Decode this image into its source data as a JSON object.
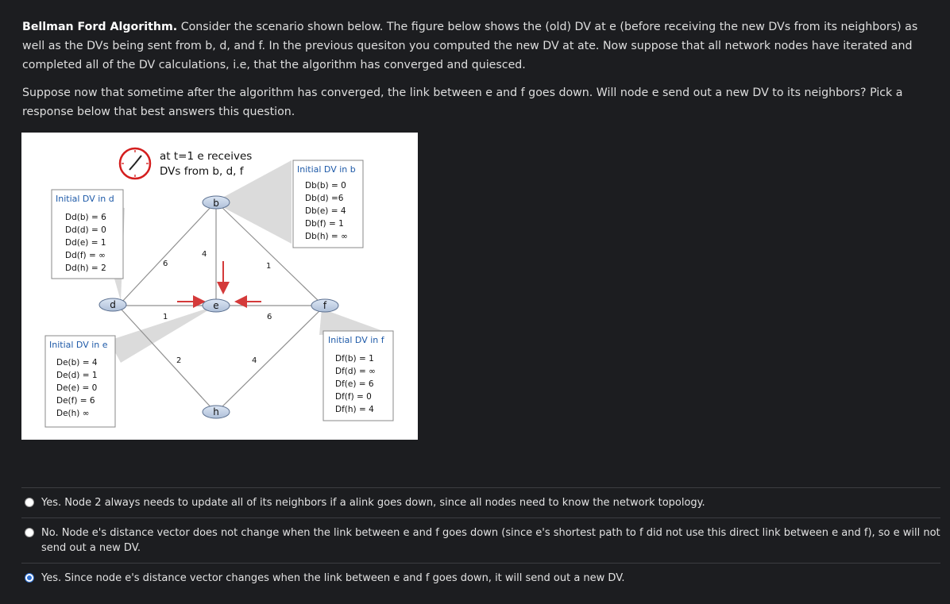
{
  "question": {
    "title": "Bellman Ford Algorithm.",
    "para1": " Consider the scenario shown below.  The figure below shows the (old) DV at e (before receiving the new DVs from its neighbors) as well as the DVs being sent from b, d, and f.  In the previous quesiton you computed the new DV at ate.  Now suppose that all network nodes have iterated and completed all of the DV calculations, i.e, that the algorithm has converged and quiesced.",
    "para2": "Suppose now that sometime after the algorithm has converged, the link between e and f goes down.  Will node e send out a new DV to its neighbors? Pick a response below that best answers this question."
  },
  "figure": {
    "clock_caption_1": "at t=1 e receives",
    "clock_caption_2": "DVs from b, d, f",
    "nodes": {
      "b": "b",
      "d": "d",
      "e": "e",
      "f": "f",
      "h": "h"
    },
    "edge_weights": {
      "d_b": "6",
      "b_e": "4",
      "b_f": "1",
      "d_e": "1",
      "e_f": "6",
      "d_h": "2",
      "h_f": "4"
    },
    "dv_d": {
      "title": "Initial DV in d",
      "lines": [
        "Dd(b) = 6",
        "Dd(d) = 0",
        "Dd(e) = 1",
        "Dd(f) = ∞",
        "Dd(h) = 2"
      ]
    },
    "dv_b": {
      "title": "Initial DV in b",
      "lines": [
        "Db(b) = 0",
        "Db(d) =6",
        "Db(e) = 4",
        "Db(f) = 1",
        "Db(h) = ∞"
      ]
    },
    "dv_e": {
      "title": "Initial DV in e",
      "lines": [
        "De(b) = 4",
        "De(d) = 1",
        "De(e) = 0",
        "De(f) = 6",
        "De(h) ∞"
      ]
    },
    "dv_f": {
      "title": "Initial DV in f",
      "lines": [
        "Df(b) = 1",
        "Df(d) = ∞",
        "Df(e) = 6",
        "Df(f) = 0",
        "Df(h) = 4"
      ]
    }
  },
  "answers": [
    {
      "text": "Yes.  Node 2 always needs to update all of its neighbors if a alink goes down, since all nodes need to know the network topology.",
      "selected": false
    },
    {
      "text": "No.  Node e's distance vector does not change when the link between e and f goes down (since e's shortest path to f did not use this direct link between e and f), so e will not send out a new DV.",
      "selected": false
    },
    {
      "text": "Yes.  Since node e's distance vector changes when the link between e and f goes down, it will send out a new DV.",
      "selected": true
    }
  ],
  "colors": {
    "background": "#1c1d20",
    "accent": "#2d6fd1",
    "arrow": "#d43a3a",
    "dv_title": "#1e5aa8"
  }
}
